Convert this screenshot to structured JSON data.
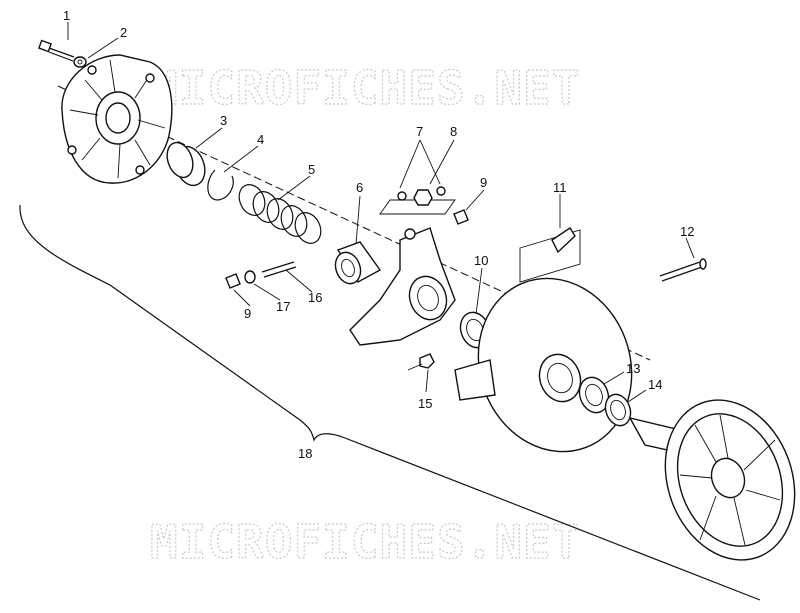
{
  "watermark": "MICROFICHES.NET",
  "callouts": [
    "1",
    "2",
    "3",
    "4",
    "5",
    "6",
    "7",
    "8",
    "9",
    "10",
    "11",
    "12",
    "13",
    "14",
    "15",
    "16",
    "17",
    "9",
    "18"
  ]
}
